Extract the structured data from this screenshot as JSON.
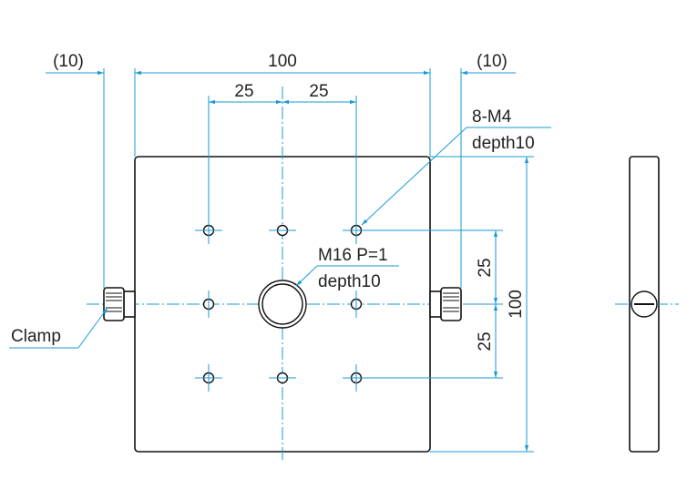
{
  "dimensions": {
    "left_offset": "(10)",
    "overall_width": "100",
    "right_offset": "(10)",
    "half_left": "25",
    "half_right": "25",
    "vertical_upper": "25",
    "vertical_lower": "25",
    "overall_height": "100"
  },
  "callouts": {
    "tapped_holes_line1": "8-M4",
    "tapped_holes_line2": "depth10",
    "center_hole_line1": "M16 P=1",
    "center_hole_line2": "depth10",
    "clamp": "Clamp"
  },
  "colors": {
    "dimension_lines": "#1a9ad6",
    "outline": "#111111",
    "text": "#222222"
  }
}
